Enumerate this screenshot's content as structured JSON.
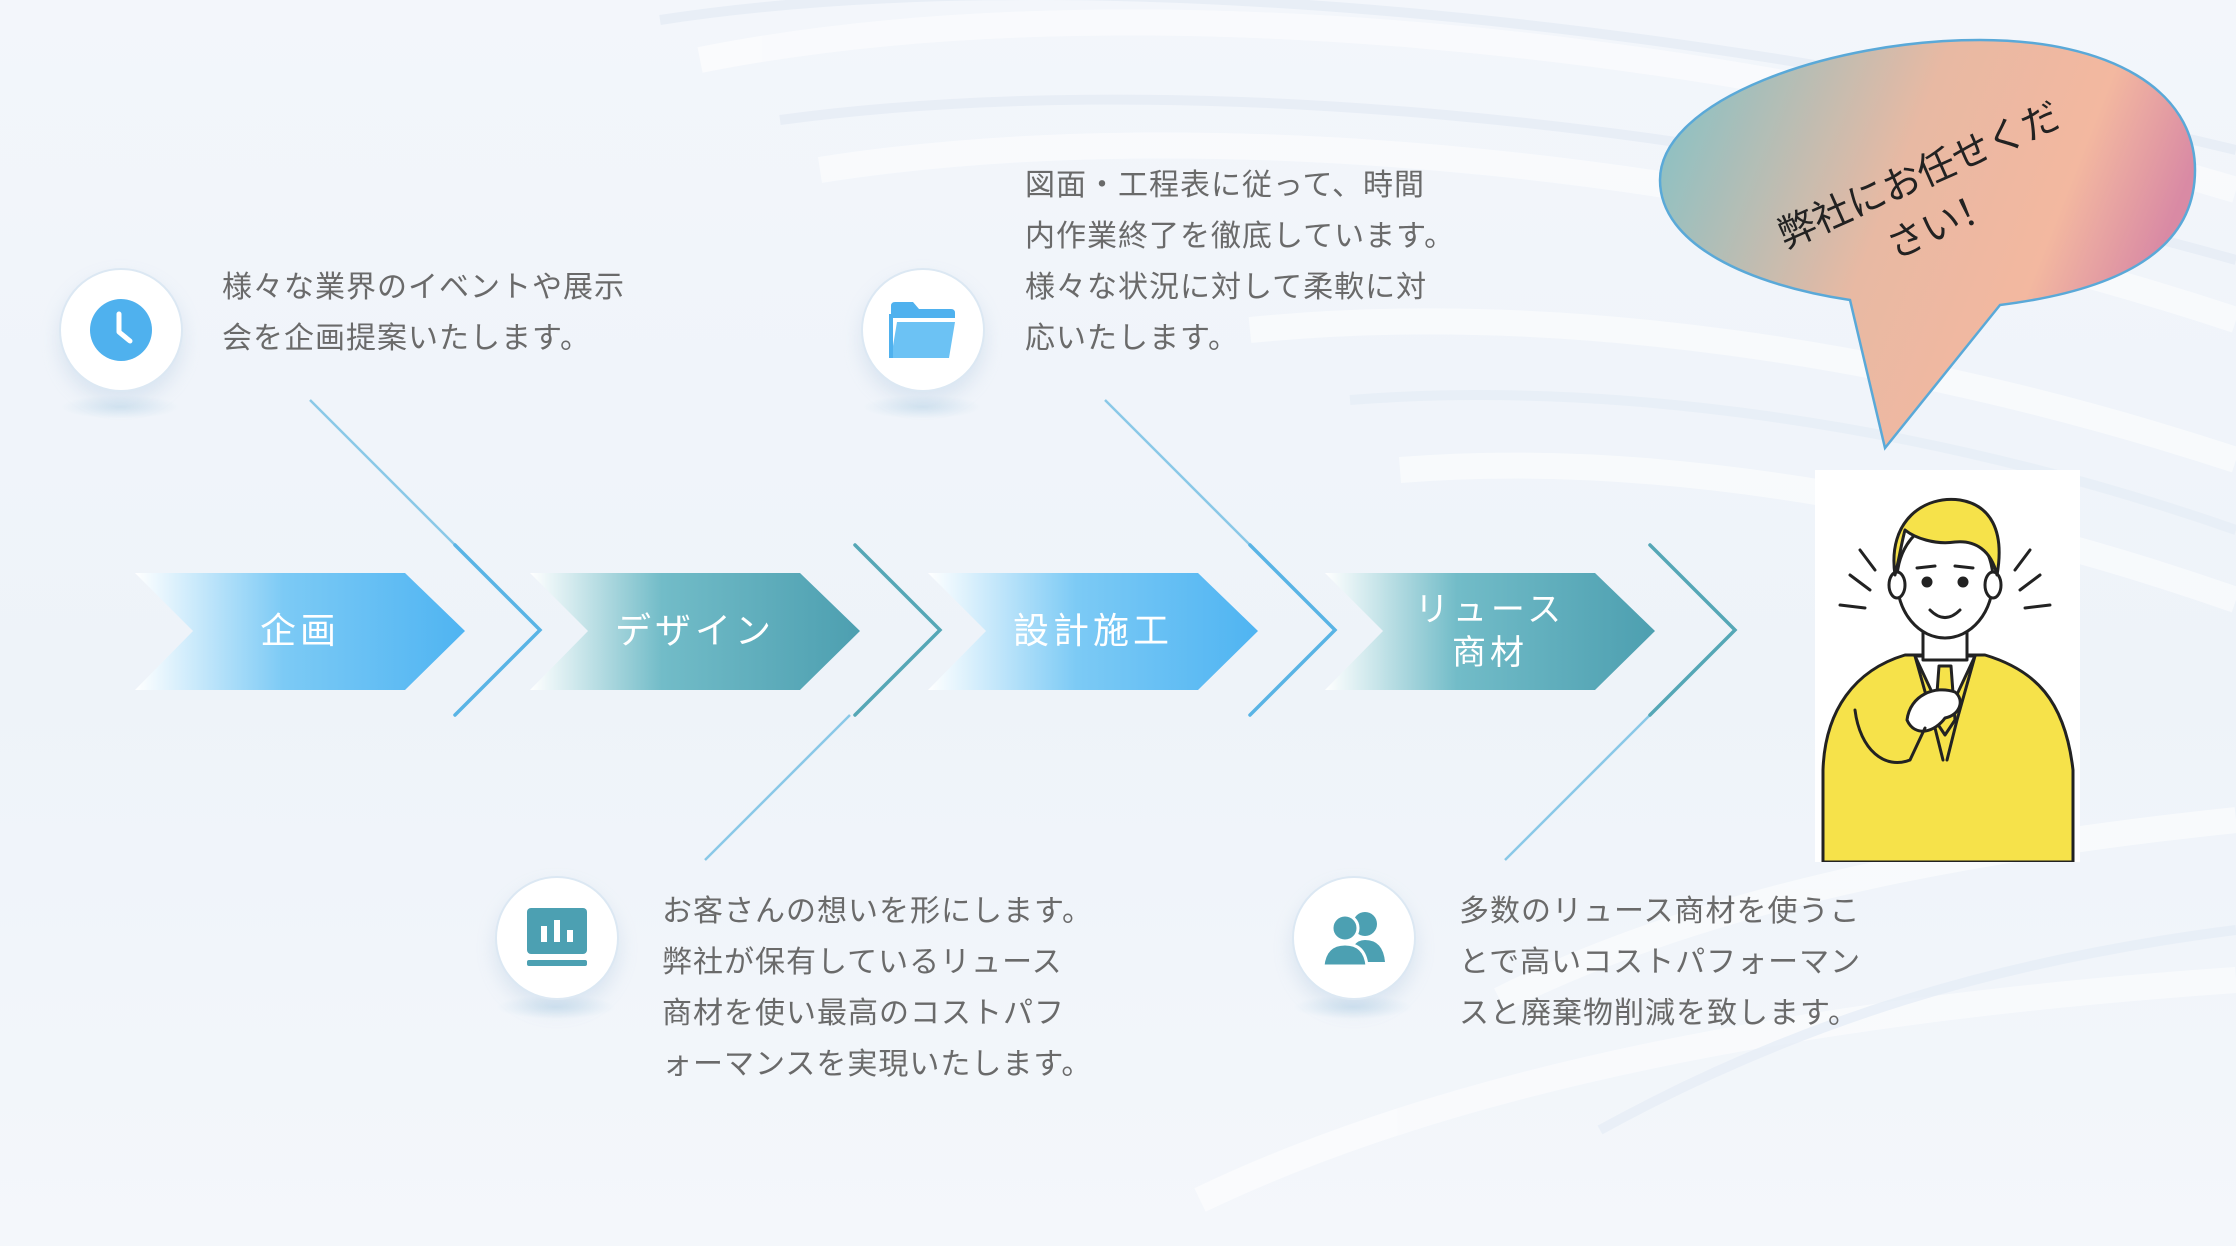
{
  "steps": [
    {
      "label": "企画",
      "style": "light"
    },
    {
      "label": "デザイン",
      "style": "teal"
    },
    {
      "label": "設計施工",
      "style": "light"
    },
    {
      "label": "リュース\n商材",
      "style": "teal"
    }
  ],
  "descriptions": {
    "planning": "様々な業界のイベントや展示\n会を企画提案いたします。",
    "design": "お客さんの想いを形にします。\n弊社が保有しているリュース\n商材を使い最高のコストパフ\nォーマンスを実現いたします。",
    "construction": "図面・工程表に従って、時間\n内作業終了を徹底しています。\n様々な状況に対して柔軟に対\n応いたします。",
    "reuse": "多数のリュース商材を使うこ\nとで高いコストパフォーマン\nスと廃棄物削減を致します。"
  },
  "icons": {
    "planning": "clock-icon",
    "design": "chart-icon",
    "construction": "folder-icon",
    "reuse": "users-icon"
  },
  "callout": {
    "text": "弊社にお任せくだ\nさい！"
  },
  "colors": {
    "accent_blue": "#5bb9f2",
    "accent_teal": "#55a7b6",
    "icon_blue": "#4fb1ee",
    "icon_teal": "#4ca0b2",
    "text_gray": "#6a6a6a",
    "line": "#7ec3e4",
    "suit_yellow": "#f6e24a"
  }
}
